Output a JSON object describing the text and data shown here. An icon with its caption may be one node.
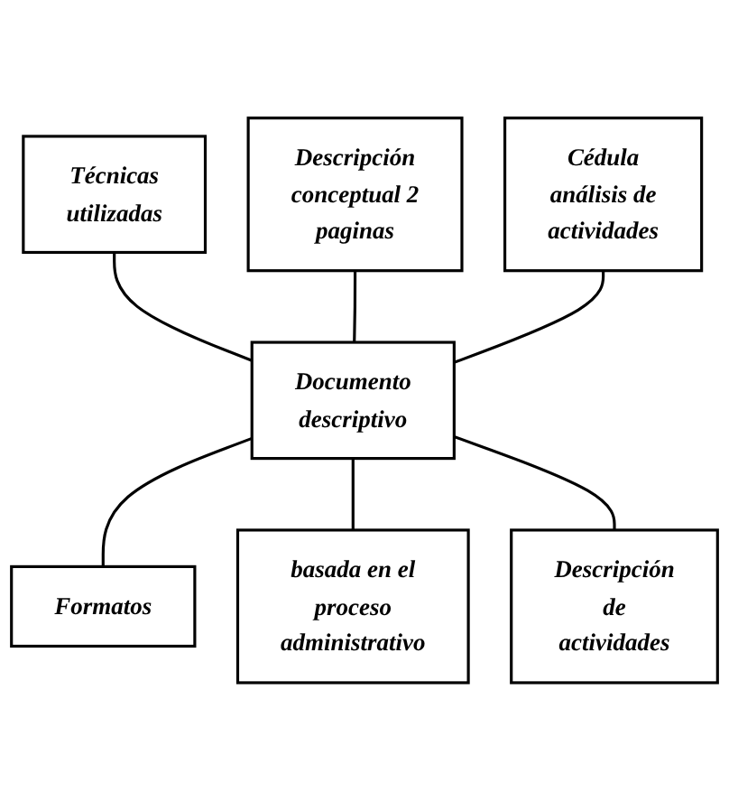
{
  "diagram": {
    "nodes": [
      {
        "text": [
          "Descripción conceptual 2 paginas"
        ]
      },
      {
        "text": [
          "Técnicas utilizadas"
        ]
      },
      {
        "text": [
          "Cédula análisis de actividades"
        ]
      },
      {
        "text": [
          "Documento descriptivo"
        ]
      },
      {
        "text": [
          "Formatos"
        ]
      },
      {
        "text": [
          "Descripción de actividades"
        ]
      },
      {
        "text": [
          "basada en el proceso administrativo"
        ]
      }
    ],
    "edges": [
      {
        "from": 1,
        "to": 3,
        "arrow": "none"
      },
      {
        "from": 0,
        "to": 3,
        "arrow": "none"
      },
      {
        "from": 2,
        "to": 3,
        "arrow": "none"
      },
      {
        "from": 3,
        "to": 4,
        "arrow": "none"
      },
      {
        "from": 3,
        "to": 6,
        "arrow": "none"
      },
      {
        "from": 3,
        "to": 5,
        "arrow": "none"
      }
    ]
  }
}
